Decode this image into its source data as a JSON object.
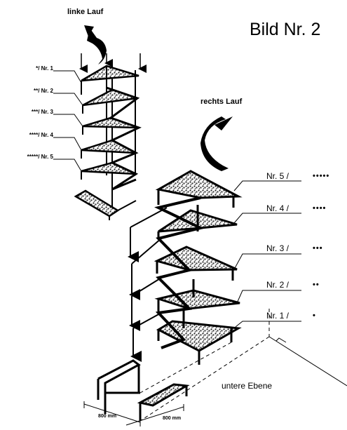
{
  "title": "Bild Nr. 2",
  "left_flight": {
    "label": "linke Lauf",
    "steps": [
      {
        "dots": "*",
        "label": "/ Nr. 1"
      },
      {
        "dots": "**",
        "label": "/ Nr. 2"
      },
      {
        "dots": "***",
        "label": "/ Nr. 3"
      },
      {
        "dots": "****",
        "label": "/ Nr. 4"
      },
      {
        "dots": "*****",
        "label": "/ Nr. 5"
      }
    ]
  },
  "right_flight": {
    "label": "rechts Lauf",
    "steps": [
      {
        "label": "Nr. 5 /",
        "dots": "•••••"
      },
      {
        "label": "Nr. 4 /",
        "dots": "••••"
      },
      {
        "label": "Nr. 3 /",
        "dots": "•••"
      },
      {
        "label": "Nr. 2 /",
        "dots": "••"
      },
      {
        "label": "Nr. 1 /",
        "dots": "•"
      }
    ]
  },
  "lower_level_label": "untere Ebene",
  "dimensions": [
    "800 mm",
    "800 mm"
  ],
  "icons": [
    "curved-arrow-icon",
    "down-arrow-icon"
  ]
}
